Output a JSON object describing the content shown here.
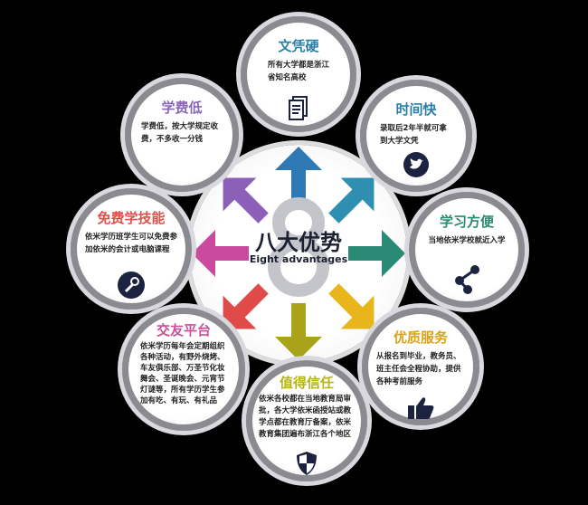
{
  "center": {
    "number": "8",
    "title": "八大优势",
    "subtitle": "Eight advantages"
  },
  "items": [
    {
      "title": "文凭硬",
      "text": "所有大学都是浙江省知名高校",
      "color": "#2a7fa6",
      "icon": "document-icon"
    },
    {
      "title": "时间快",
      "text": "录取后2年半就可拿到大学文凭",
      "color": "#2a7fa6",
      "icon": "twitter-bird-icon"
    },
    {
      "title": "学习方便",
      "text": "当地依米学校就近入学",
      "color": "#2a8a6e",
      "icon": "share-icon"
    },
    {
      "title": "优质服务",
      "text": "从报名到毕业，教务员、班主任会全程协助，提供各种考前服务",
      "color": "#d9a21a",
      "icon": "thumbs-up-icon"
    },
    {
      "title": "值得信任",
      "text": "依米各校都在当地教育局审批，各大学依米函授站或教学点都在教育厅备案，依米教育集团遍布浙江各个地区",
      "color": "#b5b51a",
      "icon": "shield-icon"
    },
    {
      "title": "交友平台",
      "text": "依米学历每年会定期组织各种活动，有野外烧烤、车友俱乐部、万圣节化妆舞会、圣诞晚会、元宵节灯谜等，所有学历学生参加有吃、有玩、有礼品",
      "color": "#c9509a",
      "icon": ""
    },
    {
      "title": "免费学技能",
      "text": "依米学历班学生可以免费参加依米的会计或电脑课程",
      "color": "#e0504a",
      "icon": "wrench-icon"
    },
    {
      "title": "学费低",
      "text": "学费低，按大学规定收费，不多收一分钱",
      "color": "#8a66b8",
      "icon": ""
    }
  ],
  "arrow_colors": [
    "#2e78b4",
    "#2f8fb0",
    "#2a8a76",
    "#e8b51a",
    "#a9a31a",
    "#e04a48",
    "#c94a9e",
    "#8c5fb8"
  ]
}
